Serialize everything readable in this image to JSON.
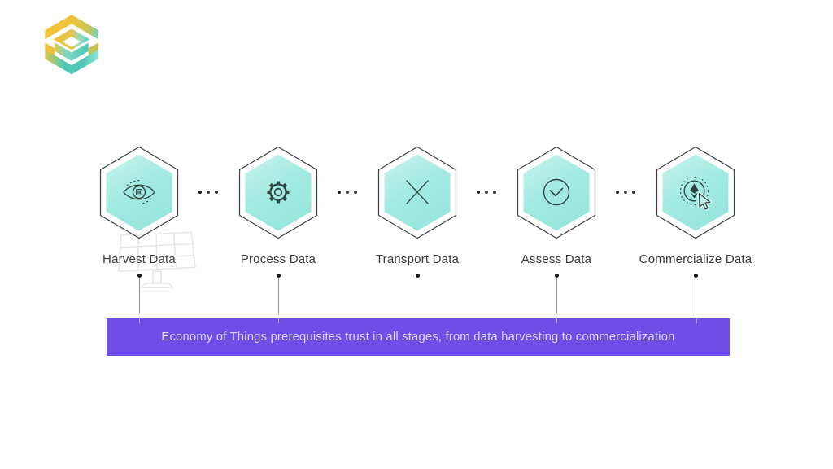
{
  "logo": {
    "name": "brand-logo",
    "colors": {
      "yellow": "#F2C437",
      "olive": "#C9C05A",
      "teal_light": "#8FE9DB",
      "teal_dark": "#3FBFAF"
    }
  },
  "stages": [
    {
      "label": "Harvest Data",
      "icon": "eye-chip-icon"
    },
    {
      "label": "Process Data",
      "icon": "gear-icon"
    },
    {
      "label": "Transport Data",
      "icon": "x-icon"
    },
    {
      "label": "Assess Data",
      "icon": "check-circle-icon"
    },
    {
      "label": "Commercialize Data",
      "icon": "cursor-token-icon"
    }
  ],
  "separators": {
    "count": 4,
    "style": "three-dots"
  },
  "banner": {
    "text": "Economy of Things prerequisites trust in all stages, from data harvesting to commercialization",
    "background": "#6E4EE7",
    "text_color": "#DCD8F5"
  },
  "hexagon": {
    "fill_light": "#C8F4ED",
    "fill_dark": "#97E6DC",
    "outline": "#3F3F46",
    "icon_stroke": "#2E4843"
  },
  "watermark": {
    "name": "solar-panel-watermark"
  }
}
